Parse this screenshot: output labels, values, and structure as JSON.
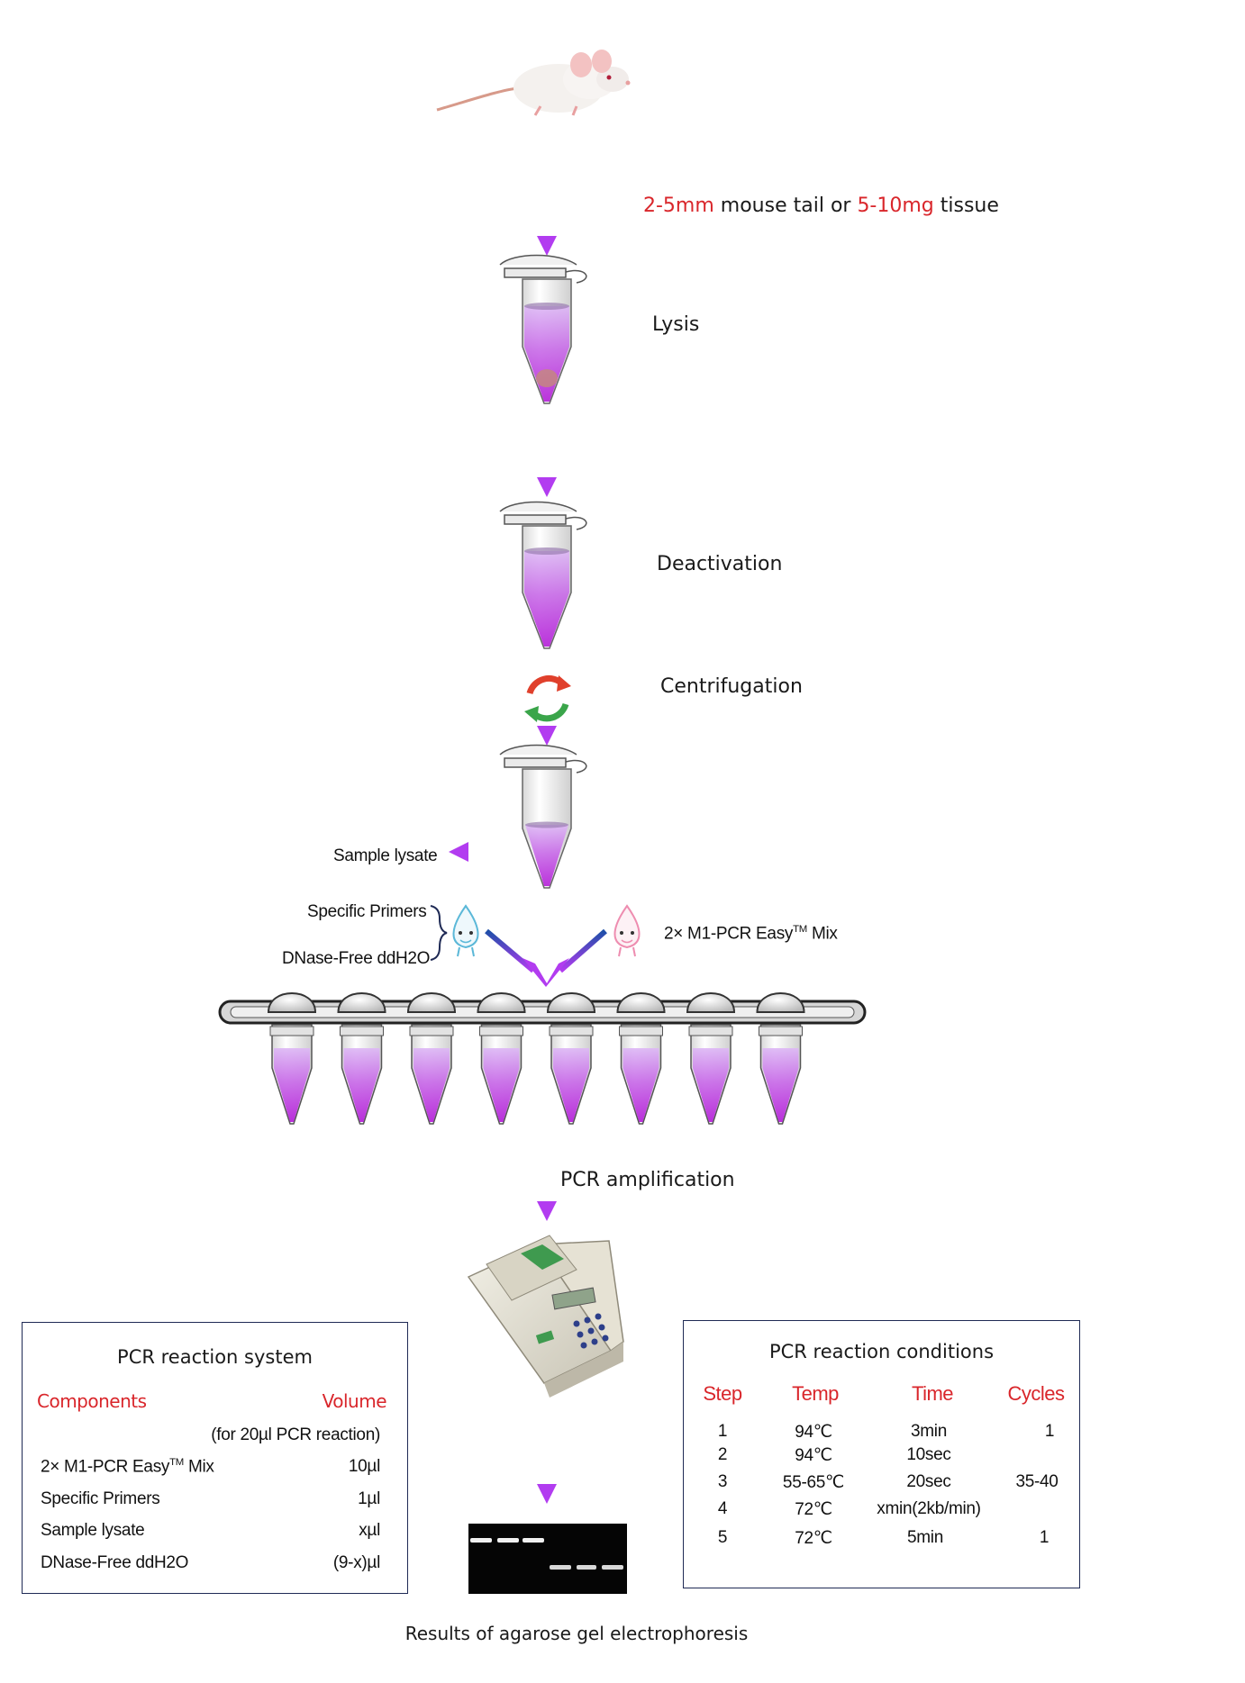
{
  "steps": {
    "sample": {
      "part1_red": "2-5mm",
      "part2": " mouse tail or ",
      "part3_red": "5-10mg",
      "part4": " tissue"
    },
    "lysis": "Lysis",
    "deactivation": "Deactivation",
    "centrifugation": "Centrifugation",
    "sample_lysate": "Sample lysate",
    "specific_primers": "Specific Primers",
    "ddh2o": "DNase-Free ddH2O",
    "mix_prefix": "2× M1-PCR Easy",
    "mix_sup": "TM",
    "mix_suffix": " Mix",
    "pcr_amp": "PCR amplification"
  },
  "reaction_system": {
    "title": "PCR reaction system",
    "col_components": "Components",
    "col_volume": "Volume",
    "note": "(for 20µl PCR reaction)",
    "rows": [
      {
        "name": "2× M1-PCR Easy",
        "sup": "TM",
        "name_suffix": " Mix",
        "volume": "10µl"
      },
      {
        "name": "Specific Primers",
        "sup": "",
        "name_suffix": "",
        "volume": "1µl"
      },
      {
        "name": "Sample lysate",
        "sup": "",
        "name_suffix": "",
        "volume": "xµl"
      },
      {
        "name": "DNase-Free ddH2O",
        "sup": "",
        "name_suffix": "",
        "volume": "(9-x)µl"
      }
    ]
  },
  "reaction_conditions": {
    "title": "PCR reaction conditions",
    "headers": [
      "Step",
      "Temp",
      "Time",
      "Cycles"
    ],
    "rows": [
      {
        "step": "1",
        "temp": "94℃",
        "time": "3min",
        "cycles": "1"
      },
      {
        "step": "2",
        "temp": "94℃",
        "time": "10sec",
        "cycles": ""
      },
      {
        "step": "3",
        "temp": "55-65℃",
        "time": "20sec",
        "cycles": "35-40"
      },
      {
        "step": "4",
        "temp": "72℃",
        "time": "xmin(2kb/min)",
        "cycles": ""
      },
      {
        "step": "5",
        "temp": "72℃",
        "time": "5min",
        "cycles": "1"
      }
    ]
  },
  "caption": "Results of agarose gel electrophoresis",
  "colors": {
    "accent_red": "#d9262b",
    "arrow_top": "#1e4fa8",
    "arrow_bottom": "#b23cf0",
    "liquid": "#c04ae6",
    "box_border": "#1f2a55"
  },
  "icons": [
    "mouse-icon",
    "microtube-icon",
    "centrifuge-cycle-icon",
    "droplet-mascot-icon",
    "pcr-strip-icon",
    "thermocycler-icon",
    "gel-image-icon"
  ]
}
